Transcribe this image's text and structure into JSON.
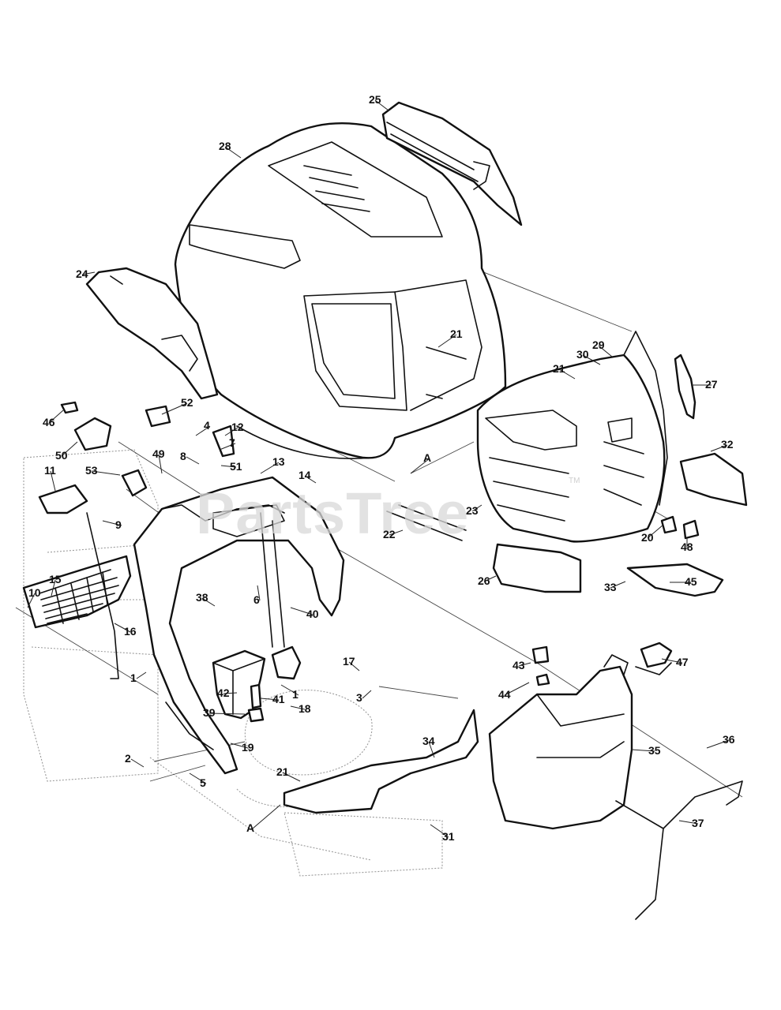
{
  "watermark": {
    "text": "PartsTree",
    "trademark": "TM"
  },
  "callouts": [
    {
      "id": "c25",
      "label": "25"
    },
    {
      "id": "c28",
      "label": "28"
    },
    {
      "id": "c24",
      "label": "24"
    },
    {
      "id": "c21a",
      "label": "21"
    },
    {
      "id": "c29",
      "label": "29"
    },
    {
      "id": "c30",
      "label": "30"
    },
    {
      "id": "c21b",
      "label": "21"
    },
    {
      "id": "c27",
      "label": "27"
    },
    {
      "id": "c52",
      "label": "52"
    },
    {
      "id": "c46",
      "label": "46"
    },
    {
      "id": "c4",
      "label": "4"
    },
    {
      "id": "c12",
      "label": "12"
    },
    {
      "id": "c7",
      "label": "7"
    },
    {
      "id": "c32",
      "label": "32"
    },
    {
      "id": "c50",
      "label": "50"
    },
    {
      "id": "c49",
      "label": "49"
    },
    {
      "id": "c8",
      "label": "8"
    },
    {
      "id": "c51",
      "label": "51"
    },
    {
      "id": "c13",
      "label": "13"
    },
    {
      "id": "cA1",
      "label": "A"
    },
    {
      "id": "c53",
      "label": "53"
    },
    {
      "id": "c11",
      "label": "11"
    },
    {
      "id": "c14",
      "label": "14"
    },
    {
      "id": "c23",
      "label": "23"
    },
    {
      "id": "c9",
      "label": "9"
    },
    {
      "id": "c22",
      "label": "22"
    },
    {
      "id": "c20",
      "label": "20"
    },
    {
      "id": "c48",
      "label": "48"
    },
    {
      "id": "c26",
      "label": "26"
    },
    {
      "id": "c33",
      "label": "33"
    },
    {
      "id": "c10",
      "label": "10"
    },
    {
      "id": "c15",
      "label": "15"
    },
    {
      "id": "c6",
      "label": "6"
    },
    {
      "id": "c38",
      "label": "38"
    },
    {
      "id": "c40",
      "label": "40"
    },
    {
      "id": "c45",
      "label": "45"
    },
    {
      "id": "c16",
      "label": "16"
    },
    {
      "id": "c47",
      "label": "47"
    },
    {
      "id": "c43",
      "label": "43"
    },
    {
      "id": "c17",
      "label": "17"
    },
    {
      "id": "c1a",
      "label": "1"
    },
    {
      "id": "c1b",
      "label": "1"
    },
    {
      "id": "c42",
      "label": "42"
    },
    {
      "id": "c41",
      "label": "41"
    },
    {
      "id": "c3",
      "label": "3"
    },
    {
      "id": "c44",
      "label": "44"
    },
    {
      "id": "c39",
      "label": "39"
    },
    {
      "id": "c18",
      "label": "18"
    },
    {
      "id": "c36",
      "label": "36"
    },
    {
      "id": "c34",
      "label": "34"
    },
    {
      "id": "c35",
      "label": "35"
    },
    {
      "id": "c19",
      "label": "19"
    },
    {
      "id": "c2",
      "label": "2"
    },
    {
      "id": "c21c",
      "label": "21"
    },
    {
      "id": "c5",
      "label": "5"
    },
    {
      "id": "c37",
      "label": "37"
    },
    {
      "id": "cA2",
      "label": "A"
    },
    {
      "id": "c31",
      "label": "31"
    }
  ]
}
